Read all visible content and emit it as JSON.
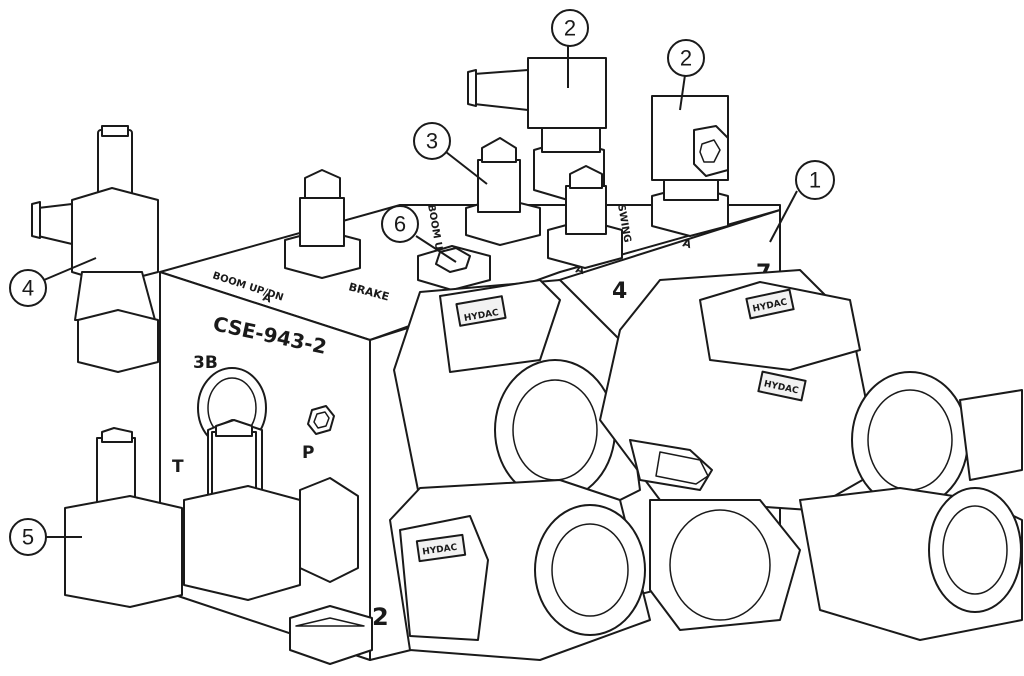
{
  "callouts": [
    {
      "id": "c1",
      "number": "1"
    },
    {
      "id": "c2a",
      "number": "2"
    },
    {
      "id": "c2b",
      "number": "2"
    },
    {
      "id": "c3",
      "number": "3"
    },
    {
      "id": "c4",
      "number": "4"
    },
    {
      "id": "c5",
      "number": "5"
    },
    {
      "id": "c6",
      "number": "6"
    }
  ],
  "block": {
    "model_label": "CSE-943-2",
    "port_3b": "3B",
    "port_t": "T",
    "port_p": "P",
    "side_number": "2",
    "top_number_4": "4",
    "top_number_7": "7",
    "top_label_boom_up": "BOOM UP/DN",
    "top_label_a1": "A",
    "top_label_brake": "BRAKE",
    "top_label_boom_2": "BOOM UP/DN",
    "top_label_a2": "A",
    "top_label_swing": "SWING",
    "top_label_a3": "A"
  },
  "coils": [
    {
      "brand": "HYDAC"
    },
    {
      "brand": "HYDAC"
    },
    {
      "brand": "HYDAC"
    },
    {
      "brand": "HYDAC"
    }
  ],
  "colors": {
    "line": "#1a1a1a",
    "fill": "#ffffff"
  }
}
